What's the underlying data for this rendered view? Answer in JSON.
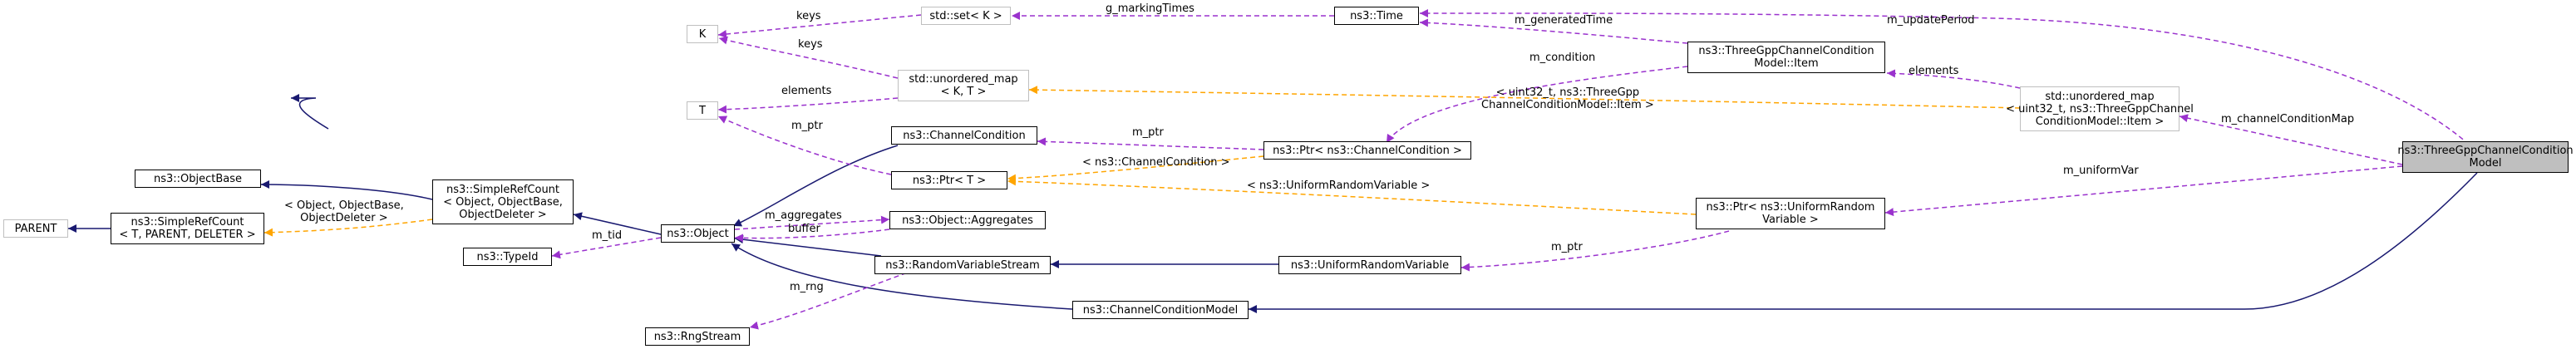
{
  "nodes": {
    "focus": "ns3::ThreeGppChannelCondition\nModel",
    "time": "ns3::Time",
    "set_k": "std::set< K >",
    "k": "K",
    "t": "T",
    "unordered_map_kt": "std::unordered_map\n< K, T >",
    "item": "ns3::ThreeGppChannelCondition\nModel::Item",
    "unordered_map_item": "std::unordered_map\n< uint32_t, ns3::ThreeGppChannel\nConditionModel::Item >",
    "channel_condition": "ns3::ChannelCondition",
    "ptr_cc": "ns3::Ptr< ns3::ChannelCondition >",
    "ptr_t": "ns3::Ptr< T >",
    "object_base": "ns3::ObjectBase",
    "simple_ref_count_obj": "ns3::SimpleRefCount\n< Object, ObjectBase,\nObjectDeleter >",
    "simple_ref_count_t": "ns3::SimpleRefCount\n< T, PARENT, DELETER >",
    "parent": "PARENT",
    "object": "ns3::Object",
    "aggregates": "ns3::Object::Aggregates",
    "type_id": "ns3::TypeId",
    "rvs": "ns3::RandomVariableStream",
    "uniform_rv": "ns3::UniformRandomVariable",
    "ptr_urv": "ns3::Ptr< ns3::UniformRandom\nVariable >",
    "rng_stream": "ns3::RngStream",
    "ccm": "ns3::ChannelConditionModel"
  },
  "edge_labels": {
    "keys_set": "keys",
    "keys_map": "keys",
    "g_marking_times": "g_markingTimes",
    "m_update_period": "m_updatePeriod",
    "m_generated_time": "m_generatedTime",
    "m_condition": "m_condition",
    "elements_map_kt": "elements",
    "elements_item": "elements",
    "tmpl_item_map": "< uint32_t, ns3::ThreeGpp\nChannelConditionModel::Item >",
    "m_channel_condition_map": "m_channelConditionMap",
    "m_ptr_t": "m_ptr",
    "m_ptr_cc": "m_ptr",
    "tmpl_cc": "< ns3::ChannelCondition >",
    "tmpl_urv": "< ns3::UniformRandomVariable >",
    "m_uniform_var": "m_uniformVar",
    "tmpl_obj": "< Object, ObjectBase,\nObjectDeleter >",
    "m_aggregates": "m_aggregates",
    "buffer": "buffer",
    "m_tid": "m_tid",
    "m_ptr_urv": "m_ptr",
    "m_rng": "m_rng"
  },
  "colors": {
    "inheritance": "#191970",
    "usage": "#9a32cd",
    "template": "#ffa500",
    "focus_fill": "#bfbfbf",
    "template_border": "#bfbfbf"
  }
}
